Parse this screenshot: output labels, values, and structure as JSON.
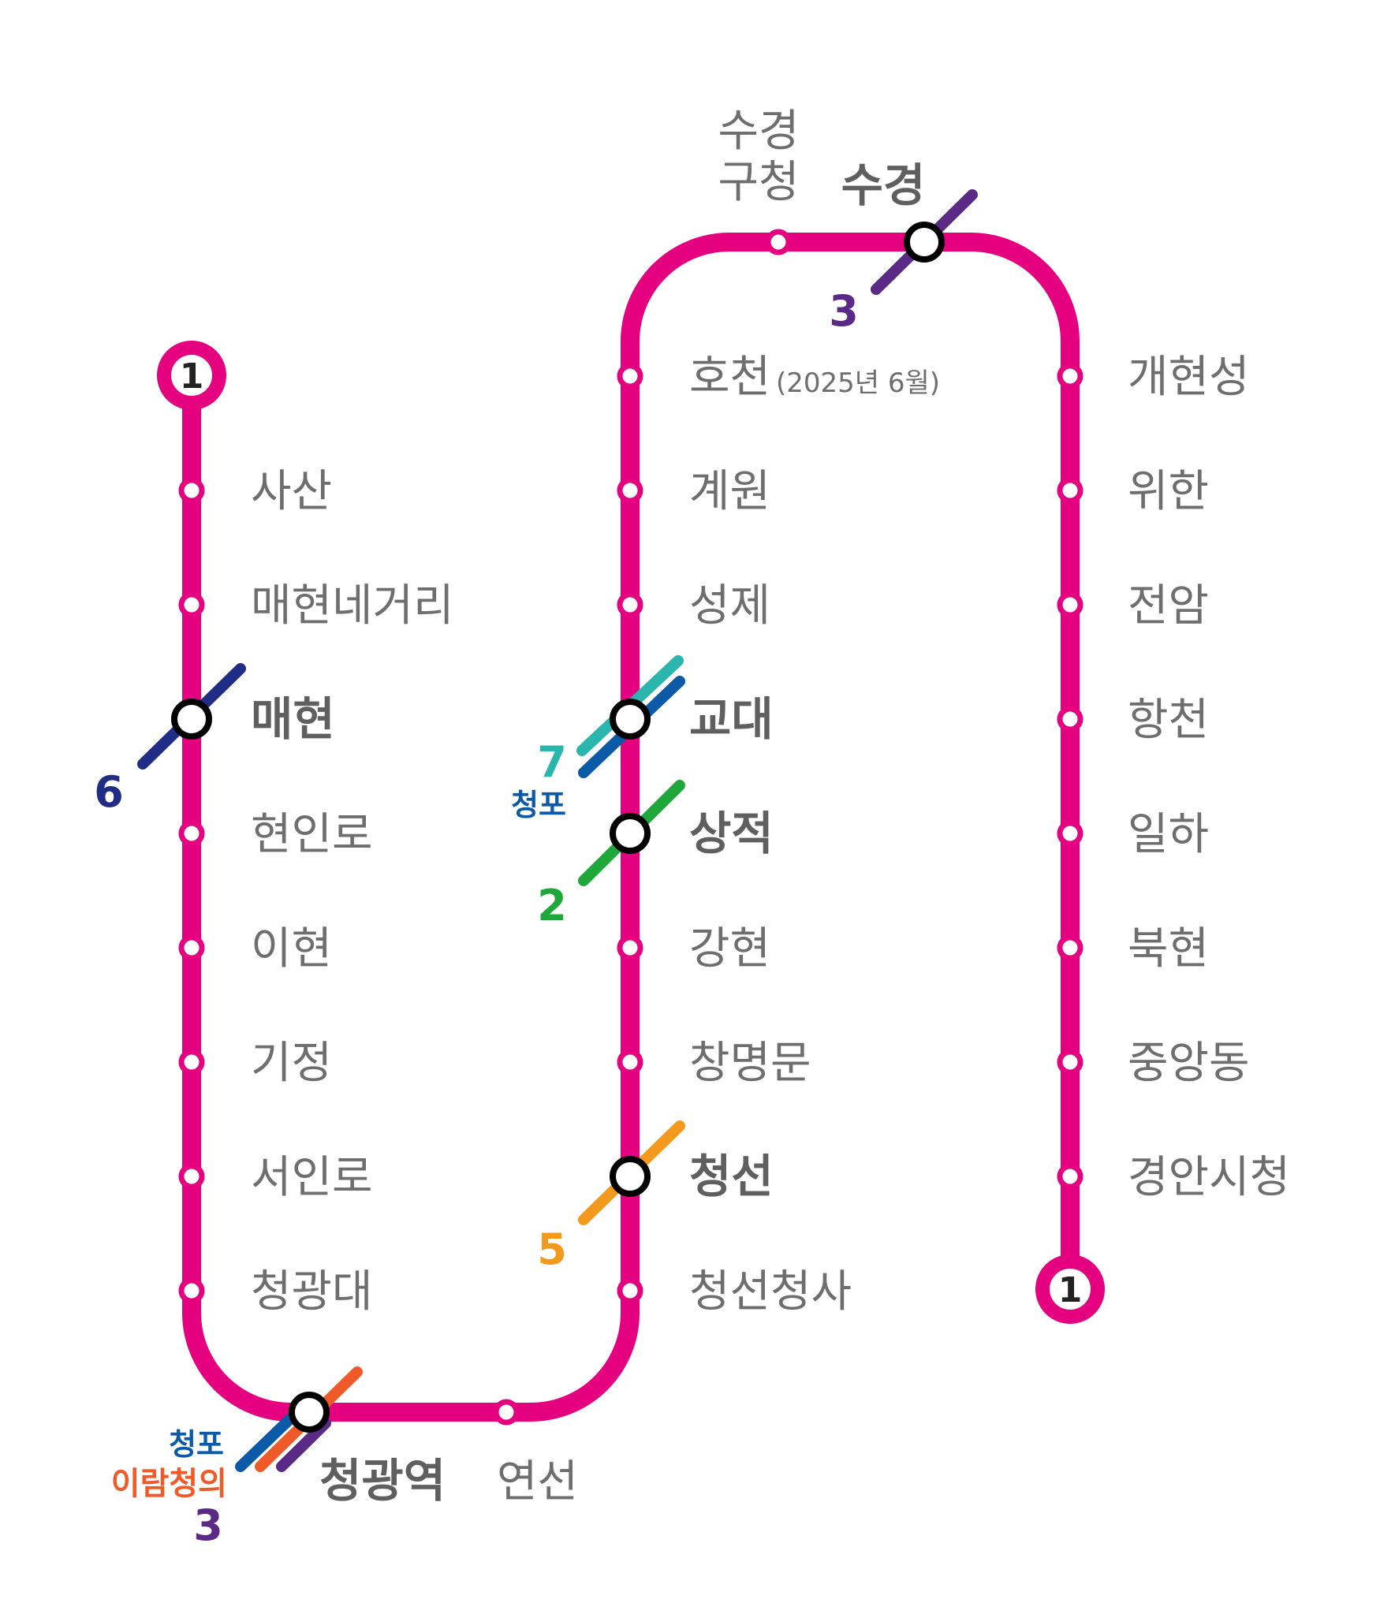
{
  "colors": {
    "main_line": "#e4007f",
    "line_3": "#5b2a86",
    "line_6": "#1f2d86",
    "line_7": "#2ab5ad",
    "line_cheongpo": "#0b5aa8",
    "line_2": "#1fa83a",
    "line_5": "#f39a1e",
    "line_iram": "#f05a28",
    "station_text": "#6e6e6e"
  },
  "terminals": {
    "start": "1",
    "end": "1"
  },
  "stations": {
    "sasan": "사산",
    "maehyeon_negeori": "매현네거리",
    "maehyeon": "매현",
    "hyeoninro": "현인로",
    "ihyeon": "이현",
    "gijeong": "기정",
    "seoinro": "서인로",
    "cheonggwangdae": "청광대",
    "cheonggwangyeok": "청광역",
    "yeonseon": "연선",
    "cheongseon_cheongsa": "청선청사",
    "cheongseon": "청선",
    "changmyeongmun": "창명문",
    "ganghyeon": "강현",
    "sangjeok": "상적",
    "gyodae": "교대",
    "seongje": "성제",
    "gyewon": "계원",
    "hocheon": "호천",
    "hocheon_note": "(2025년 6월)",
    "sugyeong_gucheong_1": "수경",
    "sugyeong_gucheong_2": "구청",
    "sugyeong": "수경",
    "gaehyeonseong": "개현성",
    "wihan": "위한",
    "jeonam": "전암",
    "hangcheon": "항천",
    "ilha": "일하",
    "bukhyeon": "북현",
    "jungangdong": "중앙동",
    "gyeongan_sicheong": "경안시청"
  },
  "transfers": {
    "maehyeon_line": "6",
    "gyodae_line_7": "7",
    "gyodae_cheongpo": "청포",
    "sangjeok_line": "2",
    "cheongseon_line": "5",
    "sugyeong_line": "3",
    "cheonggwang_cheongpo": "청포",
    "cheonggwang_iram": "이람청의",
    "cheonggwang_line_3": "3"
  }
}
